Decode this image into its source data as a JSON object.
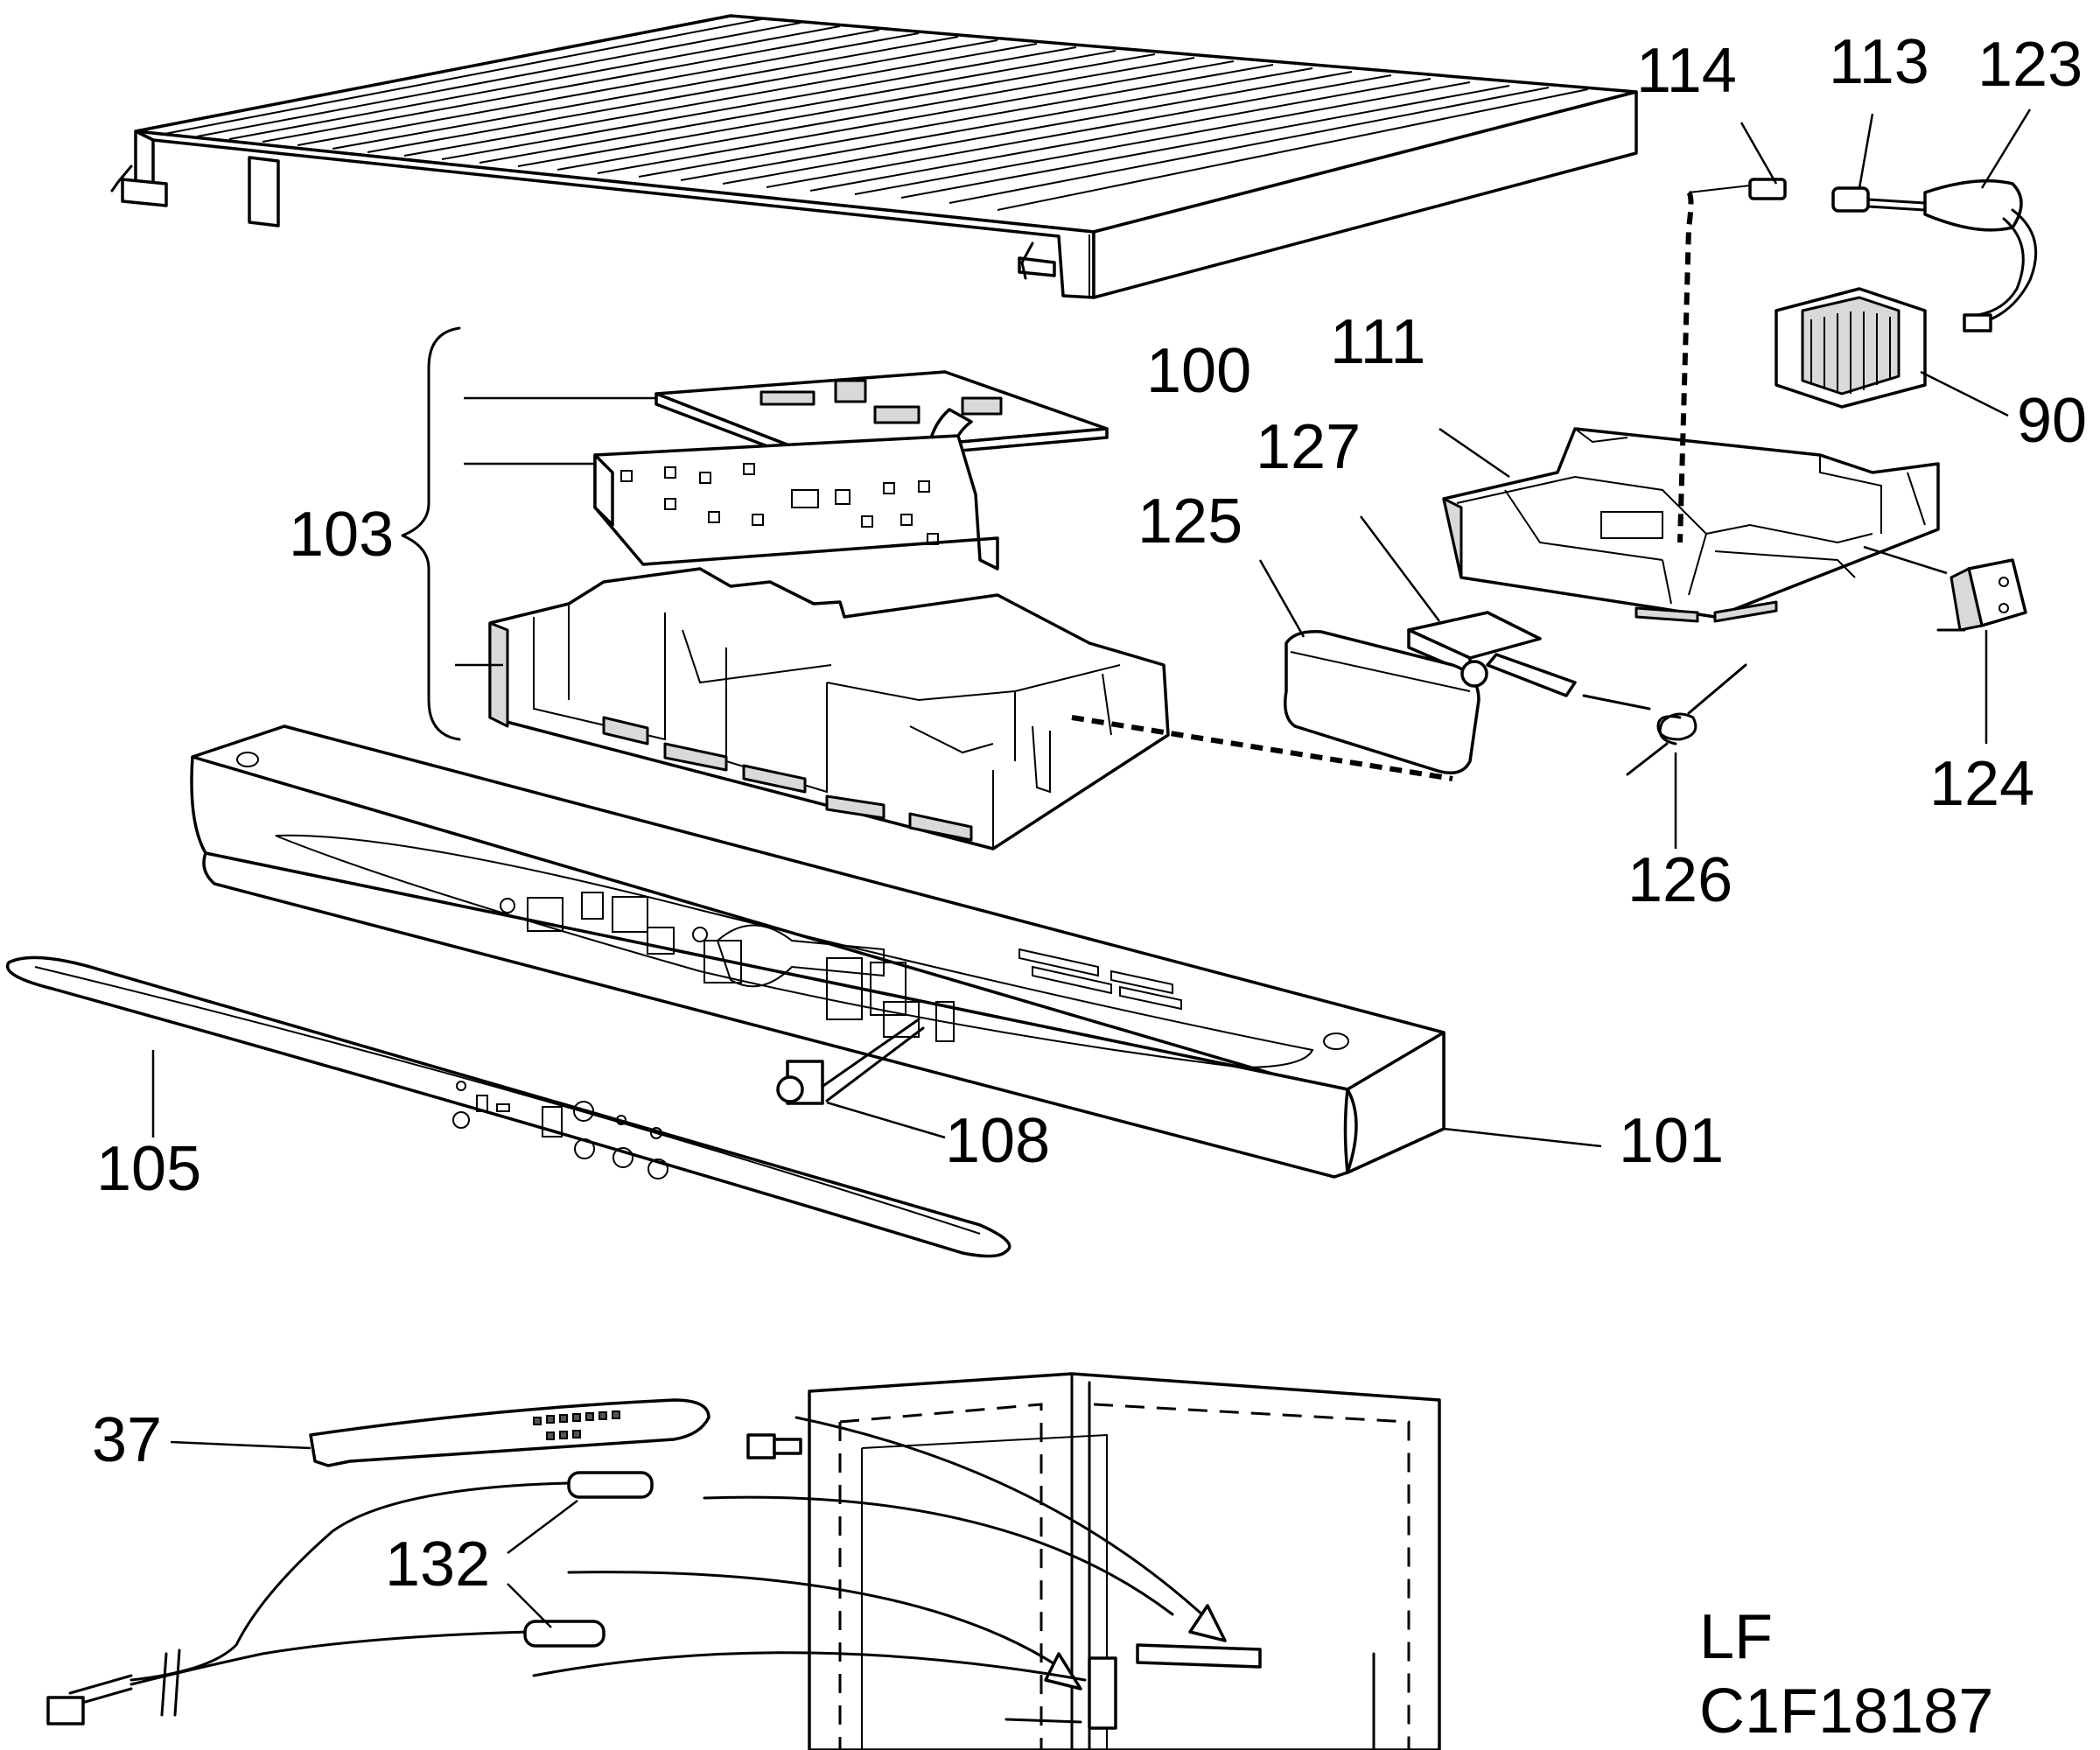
{
  "callouts": {
    "p100": "100",
    "p101": "101",
    "p103": "103",
    "p105": "105",
    "p108": "108",
    "p111": "111",
    "p113": "113",
    "p114": "114",
    "p123": "123",
    "p124": "124",
    "p125": "125",
    "p126": "126",
    "p127": "127",
    "p90": "90",
    "p37": "37",
    "p132": "132"
  },
  "reference": {
    "line1": "LF",
    "line2": "C1F18187"
  }
}
